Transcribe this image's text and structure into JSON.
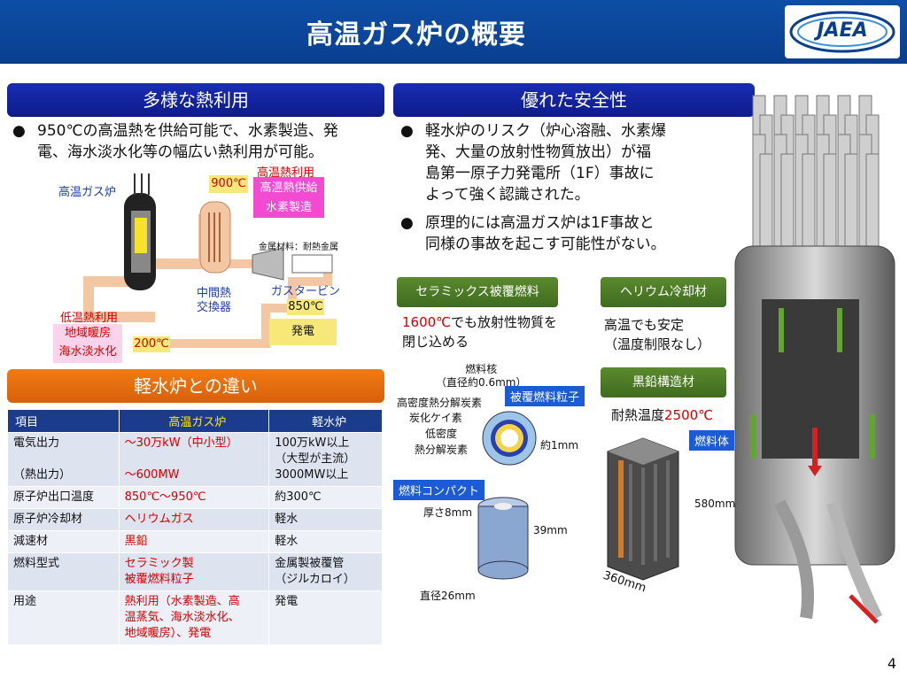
{
  "title": "高温ガス炉の概要",
  "logo": "JAEA",
  "left": {
    "heading": "多様な熱利用",
    "bullet": "950℃の高温熱を供給可能で、水素製造、発\n電、海水淡水化等の幅広い熱利用が可能。",
    "diagram": {
      "reactor_label": "高温ガス炉",
      "high_heat_label": "高温熱利用",
      "temp_900": "900℃",
      "high_heat_supply": "高温熱供給",
      "hydrogen": "水素製造",
      "metal_material": "金属材料：耐熱金属",
      "gas_turbine": "ガスタービン",
      "temp_850": "850℃",
      "power": "発電",
      "ihx": "中間熱\n交換器",
      "low_heat_label": "低温熱利用",
      "district_heating": "地域暖房",
      "desalination": "海水淡水化",
      "temp_200": "200℃"
    },
    "table_heading": "軽水炉との違い",
    "table": {
      "headers": [
        "項目",
        "高温ガス炉",
        "軽水炉"
      ],
      "rows": [
        [
          "電気出力\n\n（熱出力）",
          "～30万kW（中小型）\n\n～600MW",
          "100万kW以上\n（大型が主流）\n3000MW以上"
        ],
        [
          "原子炉出口温度",
          "850℃～950℃",
          "約300℃"
        ],
        [
          "原子炉冷却材",
          "ヘリウムガス",
          "軽水"
        ],
        [
          "減速材",
          "黒鉛",
          "軽水"
        ],
        [
          "燃料型式",
          "セラミック製\n被覆燃料粒子",
          "金属製被覆管\n（ジルカロイ）"
        ],
        [
          "用途",
          "熱利用（水素製造、高\n温蒸気、海水淡水化、\n地域暖房）、発電",
          "発電"
        ]
      ]
    }
  },
  "right": {
    "heading": "優れた安全性",
    "bullet1": "軽水炉のリスク（炉心溶融、水素爆\n発、大量の放射性物質放出）が福\n島第一原子力発電所（1F）事故に\nよって強く認識された。",
    "bullet2": "原理的には高温ガス炉は1F事故と\n同様の事故を起こす可能性がない。",
    "ceramic_head": "セラミックス被覆燃料",
    "ceramic_text_red": "1600℃",
    "ceramic_text": "でも放射性物質を\n閉じ込める",
    "helium_head": "ヘリウム冷却材",
    "helium_text": "高温でも安定\n（温度制限なし）",
    "graphite_head": "黒鉛構造材",
    "graphite_text": "耐熱温度",
    "graphite_temp": "2500℃",
    "particle": {
      "kernel": "燃料核\n（直径約0.6mm）",
      "hd_pyc": "高密度熱分解炭素",
      "sic": "炭化ケイ素",
      "buffer": "低密度\n熱分解炭素",
      "tag": "被覆燃料粒子",
      "size": "約1mm"
    },
    "compact": {
      "tag": "燃料コンパクト",
      "thickness": "厚さ8mm",
      "height": "39mm",
      "diameter": "直径26mm"
    },
    "block": {
      "tag": "燃料体",
      "height": "580mm",
      "width": "360mm"
    }
  },
  "page_number": "4"
}
